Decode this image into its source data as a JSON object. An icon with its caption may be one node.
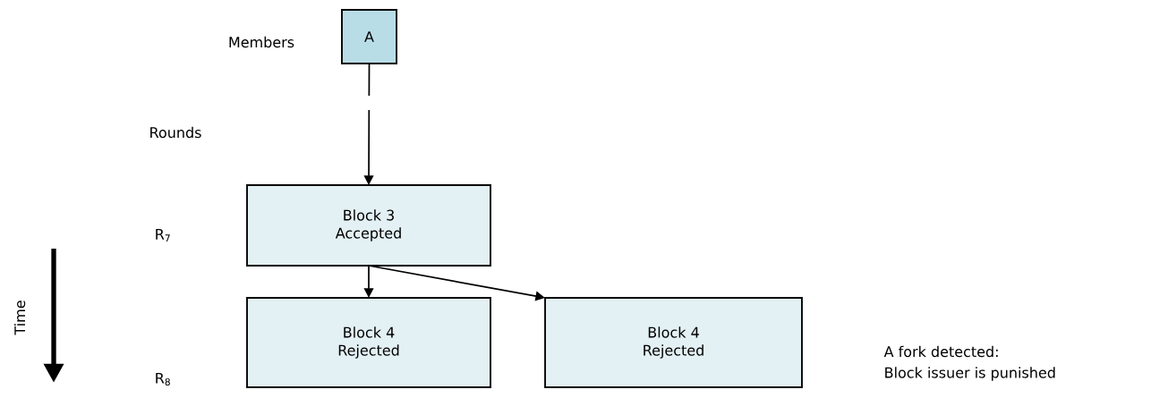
{
  "diagram": {
    "nodes": [
      {
        "text": [
          "A"
        ]
      },
      {
        "text": [
          "Block 3",
          "Accepted"
        ]
      },
      {
        "text": [
          "Block 4",
          "Rejected"
        ]
      },
      {
        "text": [
          "Block 4",
          "Rejected"
        ]
      }
    ],
    "edges": [
      {
        "from": 0,
        "to": 1,
        "arrow": "to",
        "style": "dashed"
      },
      {
        "from": 1,
        "to": 2,
        "arrow": "to"
      },
      {
        "from": 1,
        "to": 3,
        "arrow": "to"
      }
    ],
    "labels": [
      "Members",
      "Rounds",
      "R$_{7}$",
      "Time",
      "R$_{8}$",
      "A fork detected:",
      "Block issuer is punished"
    ]
  }
}
